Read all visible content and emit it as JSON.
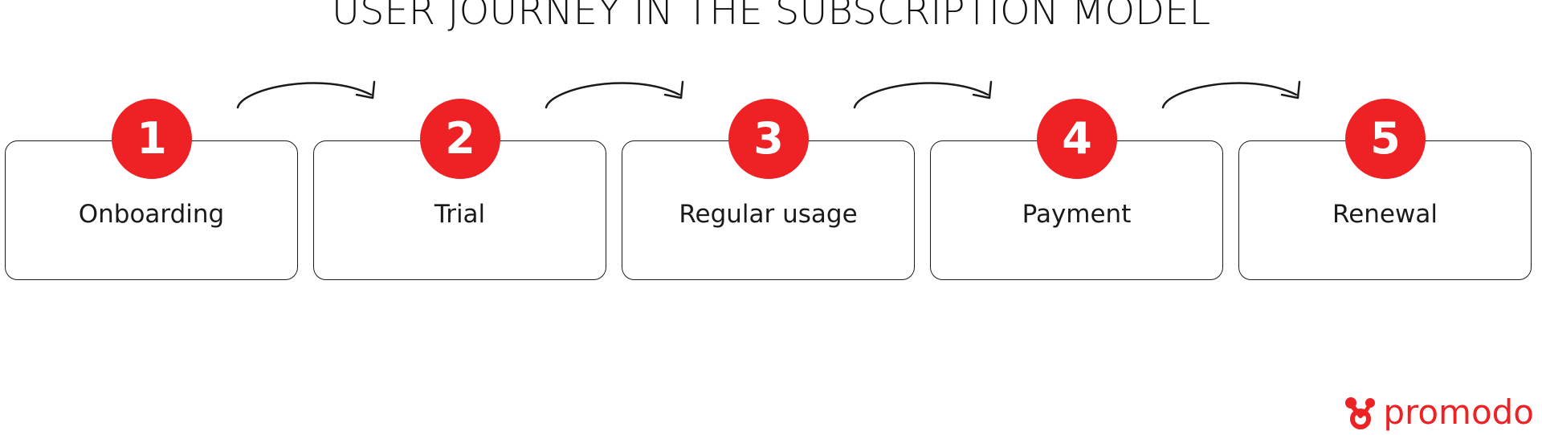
{
  "title": "USER JOURNEY IN THE SUBSCRIPTION MODEL",
  "steps": [
    {
      "number": "1",
      "label": "Onboarding"
    },
    {
      "number": "2",
      "label": "Trial"
    },
    {
      "number": "3",
      "label": "Regular usage"
    },
    {
      "number": "4",
      "label": "Payment"
    },
    {
      "number": "5",
      "label": "Renewal"
    }
  ],
  "connectors": [
    {
      "from": "1",
      "to": "2",
      "icon": "curved-arrow-icon"
    },
    {
      "from": "2",
      "to": "3",
      "icon": "curved-arrow-icon"
    },
    {
      "from": "3",
      "to": "4",
      "icon": "curved-arrow-icon"
    },
    {
      "from": "4",
      "to": "5",
      "icon": "curved-arrow-icon"
    }
  ],
  "logo": {
    "text": "promodo",
    "icon": "promodo-logo-icon"
  },
  "colors": {
    "accent": "#ee2124",
    "text": "#1a1a1a",
    "background": "#ffffff"
  }
}
